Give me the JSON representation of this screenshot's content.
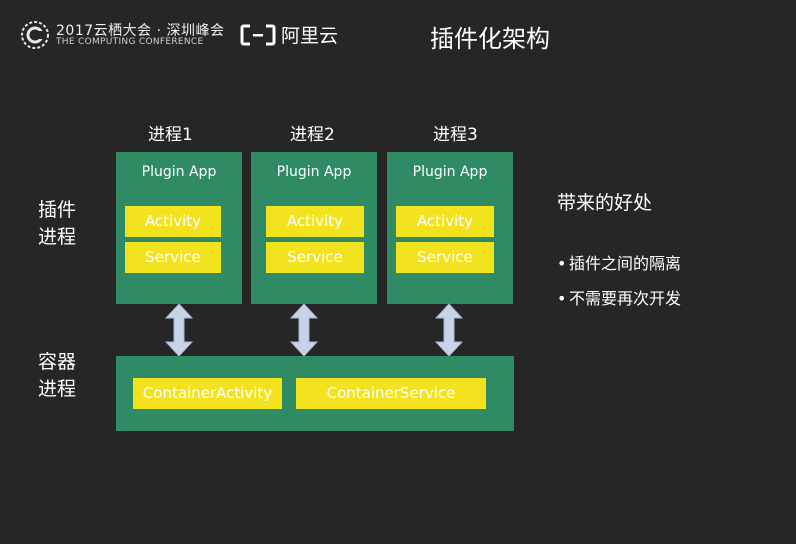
{
  "header": {
    "conference_title": "2017云栖大会 · 深圳峰会",
    "conference_subtitle": "THE COMPUTING CONFERENCE",
    "brand_text": "阿里云",
    "slide_title": "插件化架构"
  },
  "processes": [
    {
      "label": "进程1",
      "box_title": "Plugin App",
      "activity": "Activity",
      "service": "Service"
    },
    {
      "label": "进程2",
      "box_title": "Plugin App",
      "activity": "Activity",
      "service": "Service"
    },
    {
      "label": "进程3",
      "box_title": "Plugin App",
      "activity": "Activity",
      "service": "Service"
    }
  ],
  "side_labels": {
    "plugin_process_line1": "插件",
    "plugin_process_line2": "进程",
    "container_process_line1": "容器",
    "container_process_line2": "进程"
  },
  "container": {
    "activity": "ContainerActivity",
    "service": "ContainerService"
  },
  "benefits": {
    "title": "带来的好处",
    "items": [
      "插件之间的隔离",
      "不需要再次开发"
    ]
  },
  "colors": {
    "background": "#262626",
    "box_green": "#2e8b63",
    "chip_yellow": "#f3e21e",
    "arrow": "#c8d3e8"
  }
}
